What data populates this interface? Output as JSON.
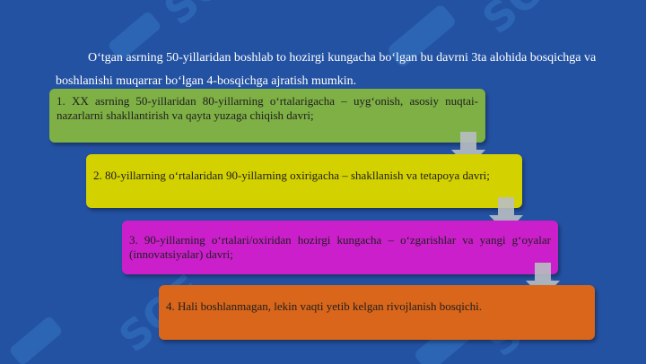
{
  "intro_text": "O‘tgan asrning 50-yillaridan boshlab to hozirgi kungacha bo‘lgan bu davrni 3ta alohida bosqichga va boshlanishi muqarrar bo‘lgan 4-bosqichga ajratish mumkin.",
  "watermark_text": "SOF",
  "colors": {
    "background": "#2452a3",
    "step1": "#7fb045",
    "step2": "#d4d100",
    "step3": "#cc1fcc",
    "step4": "#d9661a",
    "arrow": "#b8bec2",
    "watermark": "#2f6ab8"
  },
  "steps": [
    {
      "text": "1. XX asrning 50-yillaridan 80-yillarning o‘rtalarigacha – uyg‘onish, asosiy nuqtai-nazarlarni shakllantirish va qayta yuzaga chiqish davri;"
    },
    {
      "text": "2. 80-yillarning o‘rtalaridan 90-yillarning oxirigacha – shakllanish va tetapoya davri;"
    },
    {
      "text": "3. 90-yillarning o‘rtalari/oxiridan hozirgi kungacha – o‘zgarishlar va yangi g‘oyalar (innovatsiyalar) davri;"
    },
    {
      "text": "4. Hali boshlanmagan, lekin vaqti yetib kelgan rivojlanish bosqichi."
    }
  ]
}
